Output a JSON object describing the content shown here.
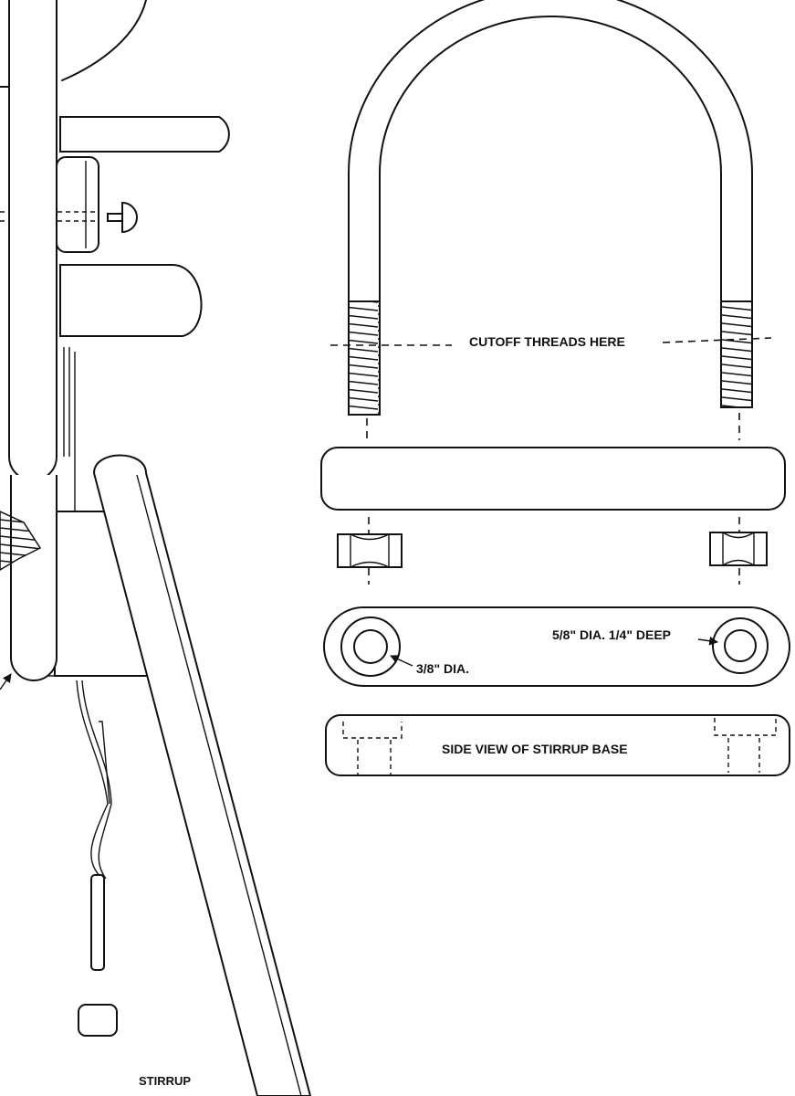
{
  "labels": {
    "cutoff": "CUTOFF THREADS HERE",
    "outer_dia": "5/8\" DIA. 1/4\" DEEP",
    "inner_dia": "3/8\" DIA.",
    "side_view": "SIDE VIEW OF STIRRUP BASE",
    "stirrup": "STIRRUP"
  },
  "icons": {
    "arrow": "arrowhead-icon"
  }
}
